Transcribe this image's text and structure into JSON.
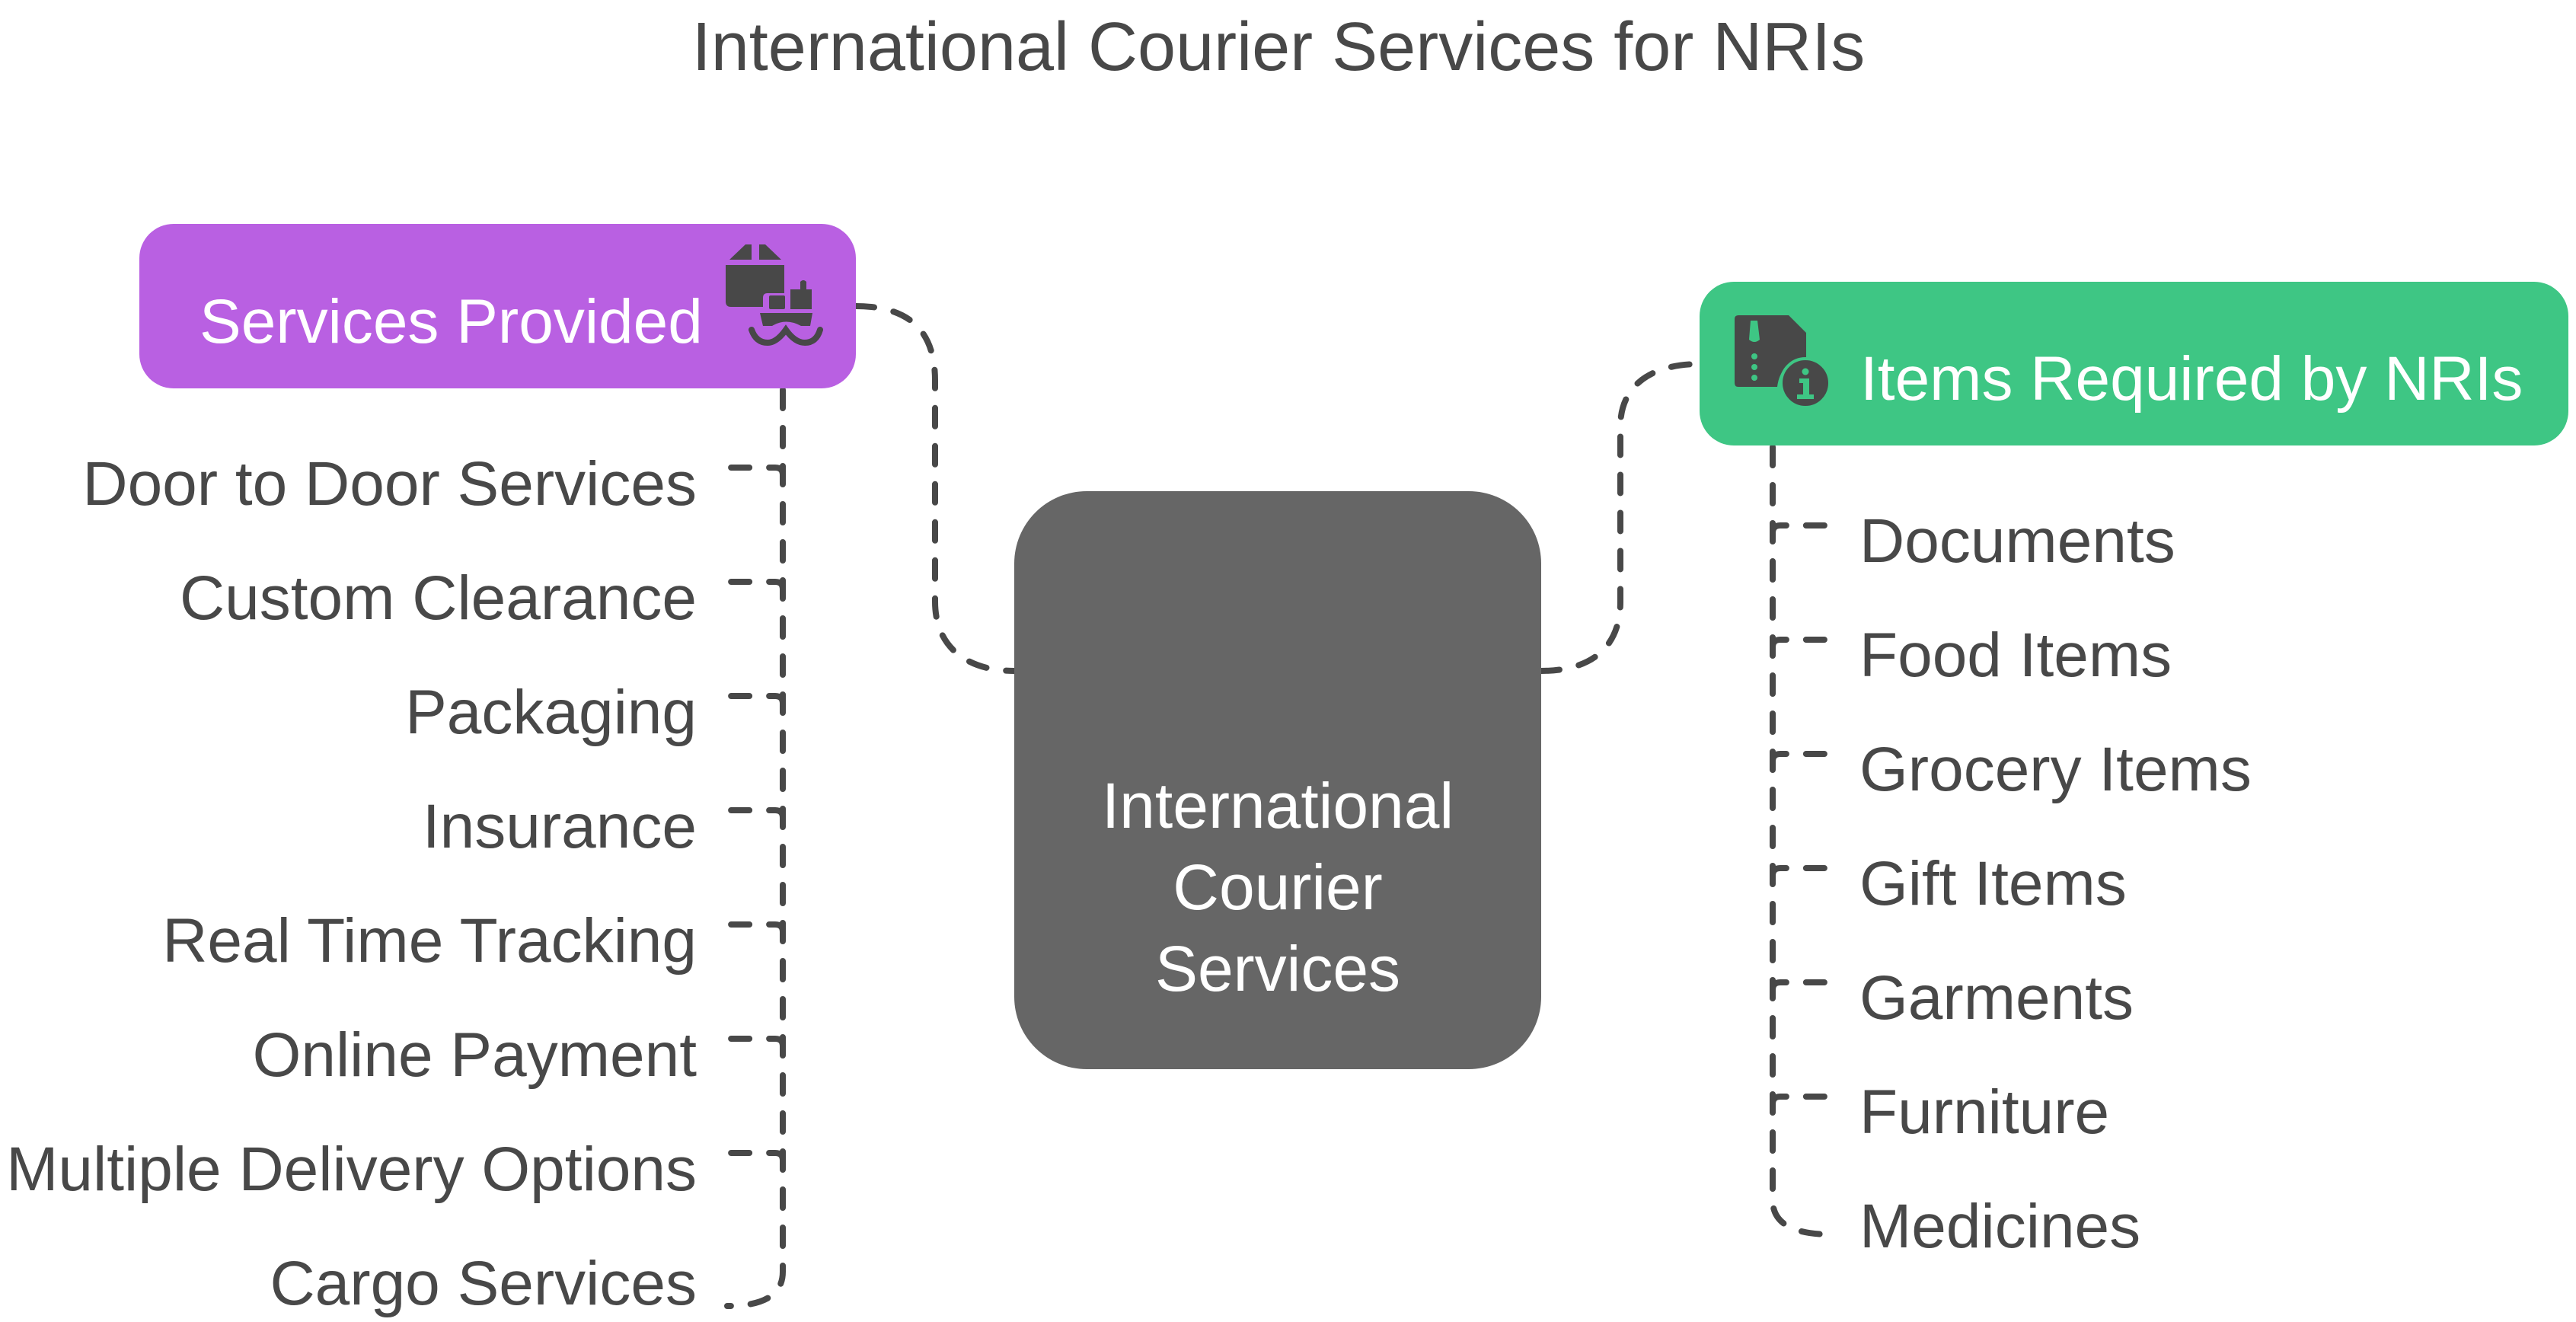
{
  "title": "International Courier Services for NRIs",
  "center_node": {
    "lines": [
      "International",
      "Courier",
      "Services"
    ],
    "color": "#666666"
  },
  "left_branch": {
    "label": "Services Provided",
    "icon": "cargo-ship-package-icon",
    "color": "#B960E2",
    "items": [
      "Door to Door Services",
      "Custom Clearance",
      "Packaging",
      "Insurance",
      "Real Time Tracking",
      "Online Payment",
      "Multiple Delivery Options",
      "Cargo Services"
    ]
  },
  "right_branch": {
    "label": "Items Required by NRIs",
    "icon": "zip-file-info-icon",
    "color": "#3EC684",
    "items": [
      "Documents",
      "Food Items",
      "Grocery Items",
      "Gift Items",
      "Garments",
      "Furniture",
      "Medicines"
    ]
  },
  "line_color": "#484848"
}
